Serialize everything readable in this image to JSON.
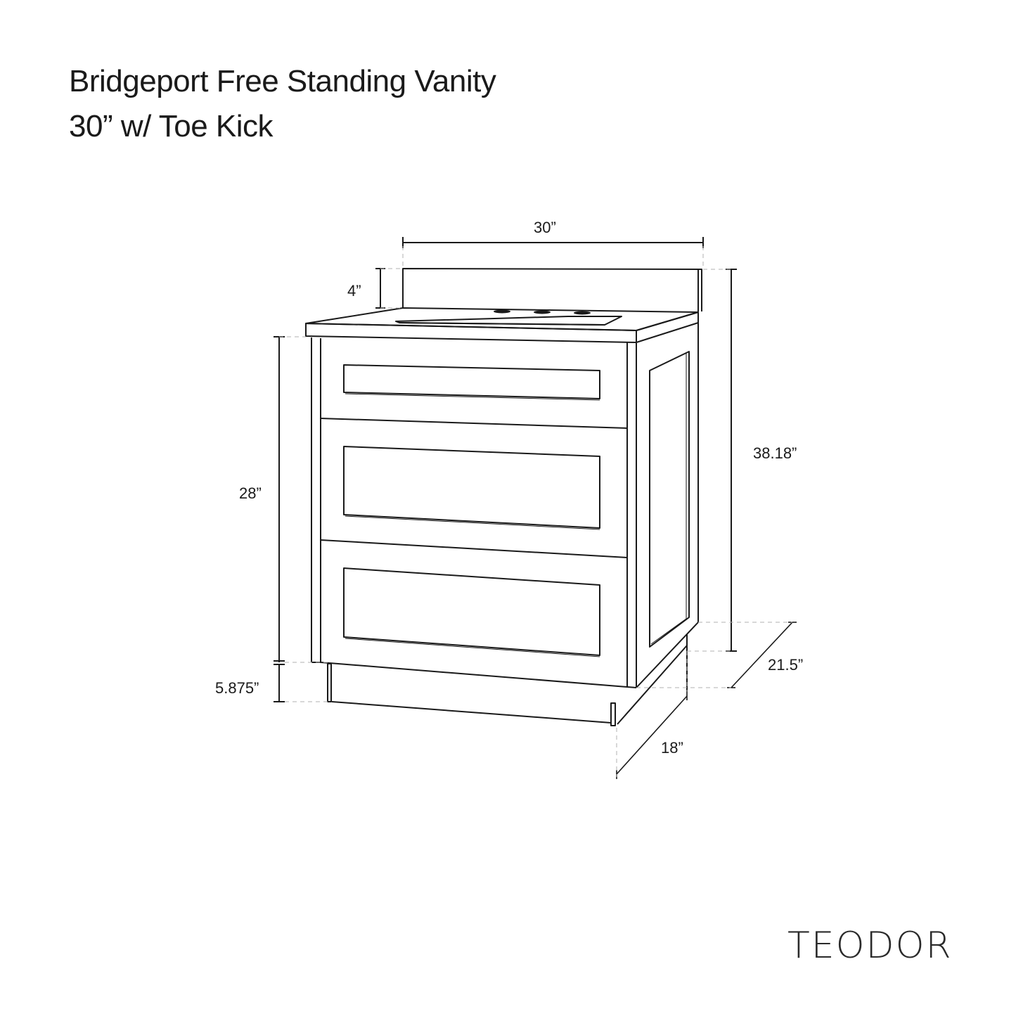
{
  "title": {
    "line1": "Bridgeport Free Standing Vanity",
    "line2": "30” w/ Toe Kick"
  },
  "dimensions": {
    "width": "30”",
    "backsplash_height": "4”",
    "cabinet_height": "28”",
    "toe_kick_height": "5.875”",
    "total_height": "38.18”",
    "top_depth": "21.5”",
    "cabinet_depth": "18”"
  },
  "product": {
    "drawers": 3,
    "faucet_holes": 3,
    "side_panel": "recessed shaker"
  },
  "brand": {
    "name": "TEODOR"
  },
  "colors": {
    "line": "#1a1a1a",
    "dashed_guide": "#b0b0b0",
    "background": "#ffffff"
  }
}
